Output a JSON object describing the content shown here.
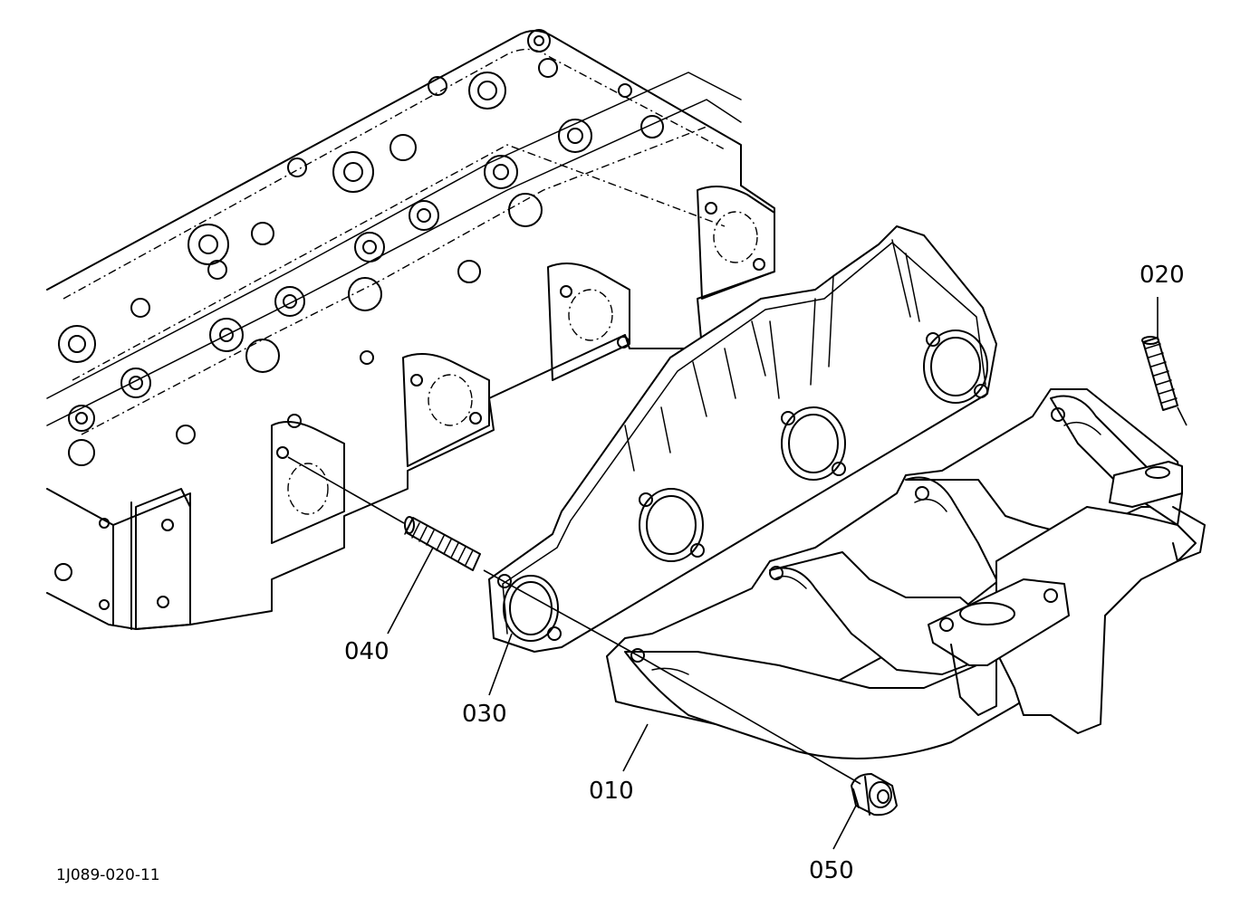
{
  "parts": [
    {
      "id": "part-010",
      "label": "010"
    },
    {
      "id": "part-020",
      "label": "020"
    },
    {
      "id": "part-030",
      "label": "030"
    },
    {
      "id": "part-040",
      "label": "040"
    },
    {
      "id": "part-050",
      "label": "050"
    }
  ],
  "drawing_number": "1J089-020-11"
}
